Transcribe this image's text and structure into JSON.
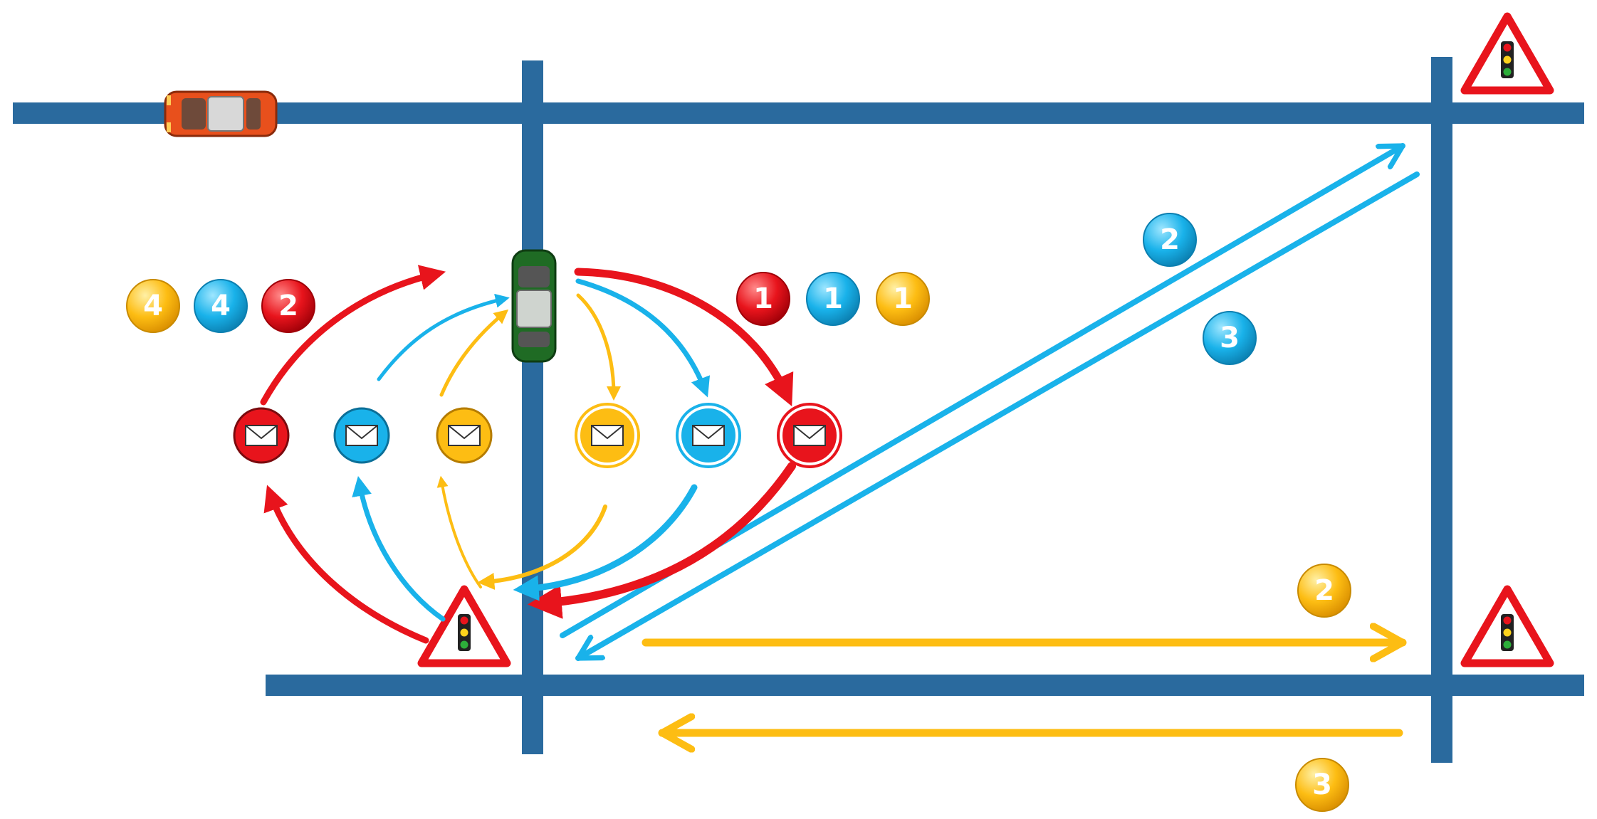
{
  "colors": {
    "road": "#2a6a9e",
    "red": "#e8141c",
    "blue": "#19b2ea",
    "yellow": "#fdbd13",
    "warning_red": "#e8141c",
    "car_orange": "#e8501c",
    "car_green": "#1f6b24",
    "envelope": "#ffffff"
  },
  "icons": {
    "vehicle": "car-icon",
    "signal": "traffic-light-warning-icon",
    "message": "envelope-icon"
  },
  "badges": {
    "left_group": [
      "4",
      "4",
      "2"
    ],
    "right_group": [
      "1",
      "1",
      "1"
    ],
    "diag_upper": "2",
    "diag_lower": "3",
    "horiz_upper": "2",
    "horiz_lower": "3"
  }
}
